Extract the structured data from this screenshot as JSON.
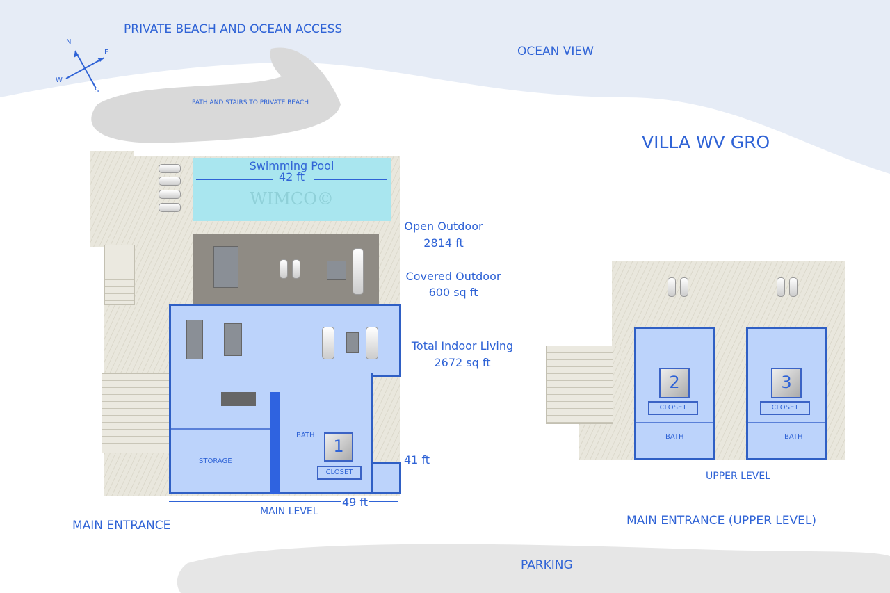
{
  "title": "VILLA WV GRO",
  "labels": {
    "private_beach": "PRIVATE BEACH AND OCEAN ACCESS",
    "ocean_view": "OCEAN VIEW",
    "path": "PATH AND STAIRS TO PRIVATE BEACH",
    "pool": "Swimming Pool",
    "pool_length": "42 ft",
    "watermark": "WIMCO©",
    "open_outdoor": "Open Outdoor",
    "open_outdoor_area": "2814 ft",
    "covered_outdoor": "Covered Outdoor",
    "covered_outdoor_area": "600 sq ft",
    "indoor": "Total Indoor Living",
    "indoor_area": "2672 sq ft",
    "depth": "41 ft",
    "width": "49 ft",
    "main_level": "MAIN LEVEL",
    "main_entrance": "MAIN ENTRANCE",
    "upper_level": "UPPER LEVEL",
    "main_entrance_upper": "MAIN ENTRANCE (UPPER LEVEL)",
    "parking": "PARKING"
  },
  "compass": {
    "n": "N",
    "e": "E",
    "s": "S",
    "w": "W"
  },
  "rooms": {
    "storage": "STORAGE",
    "bath": "BATH",
    "closet": "CLOSET",
    "bed1": "1",
    "bed2": "2",
    "bed3": "3"
  },
  "colors": {
    "text": "#2f63d6",
    "room": "#bcd3fb",
    "wall": "#2f5fc4",
    "pool": "#a9e6ef"
  }
}
